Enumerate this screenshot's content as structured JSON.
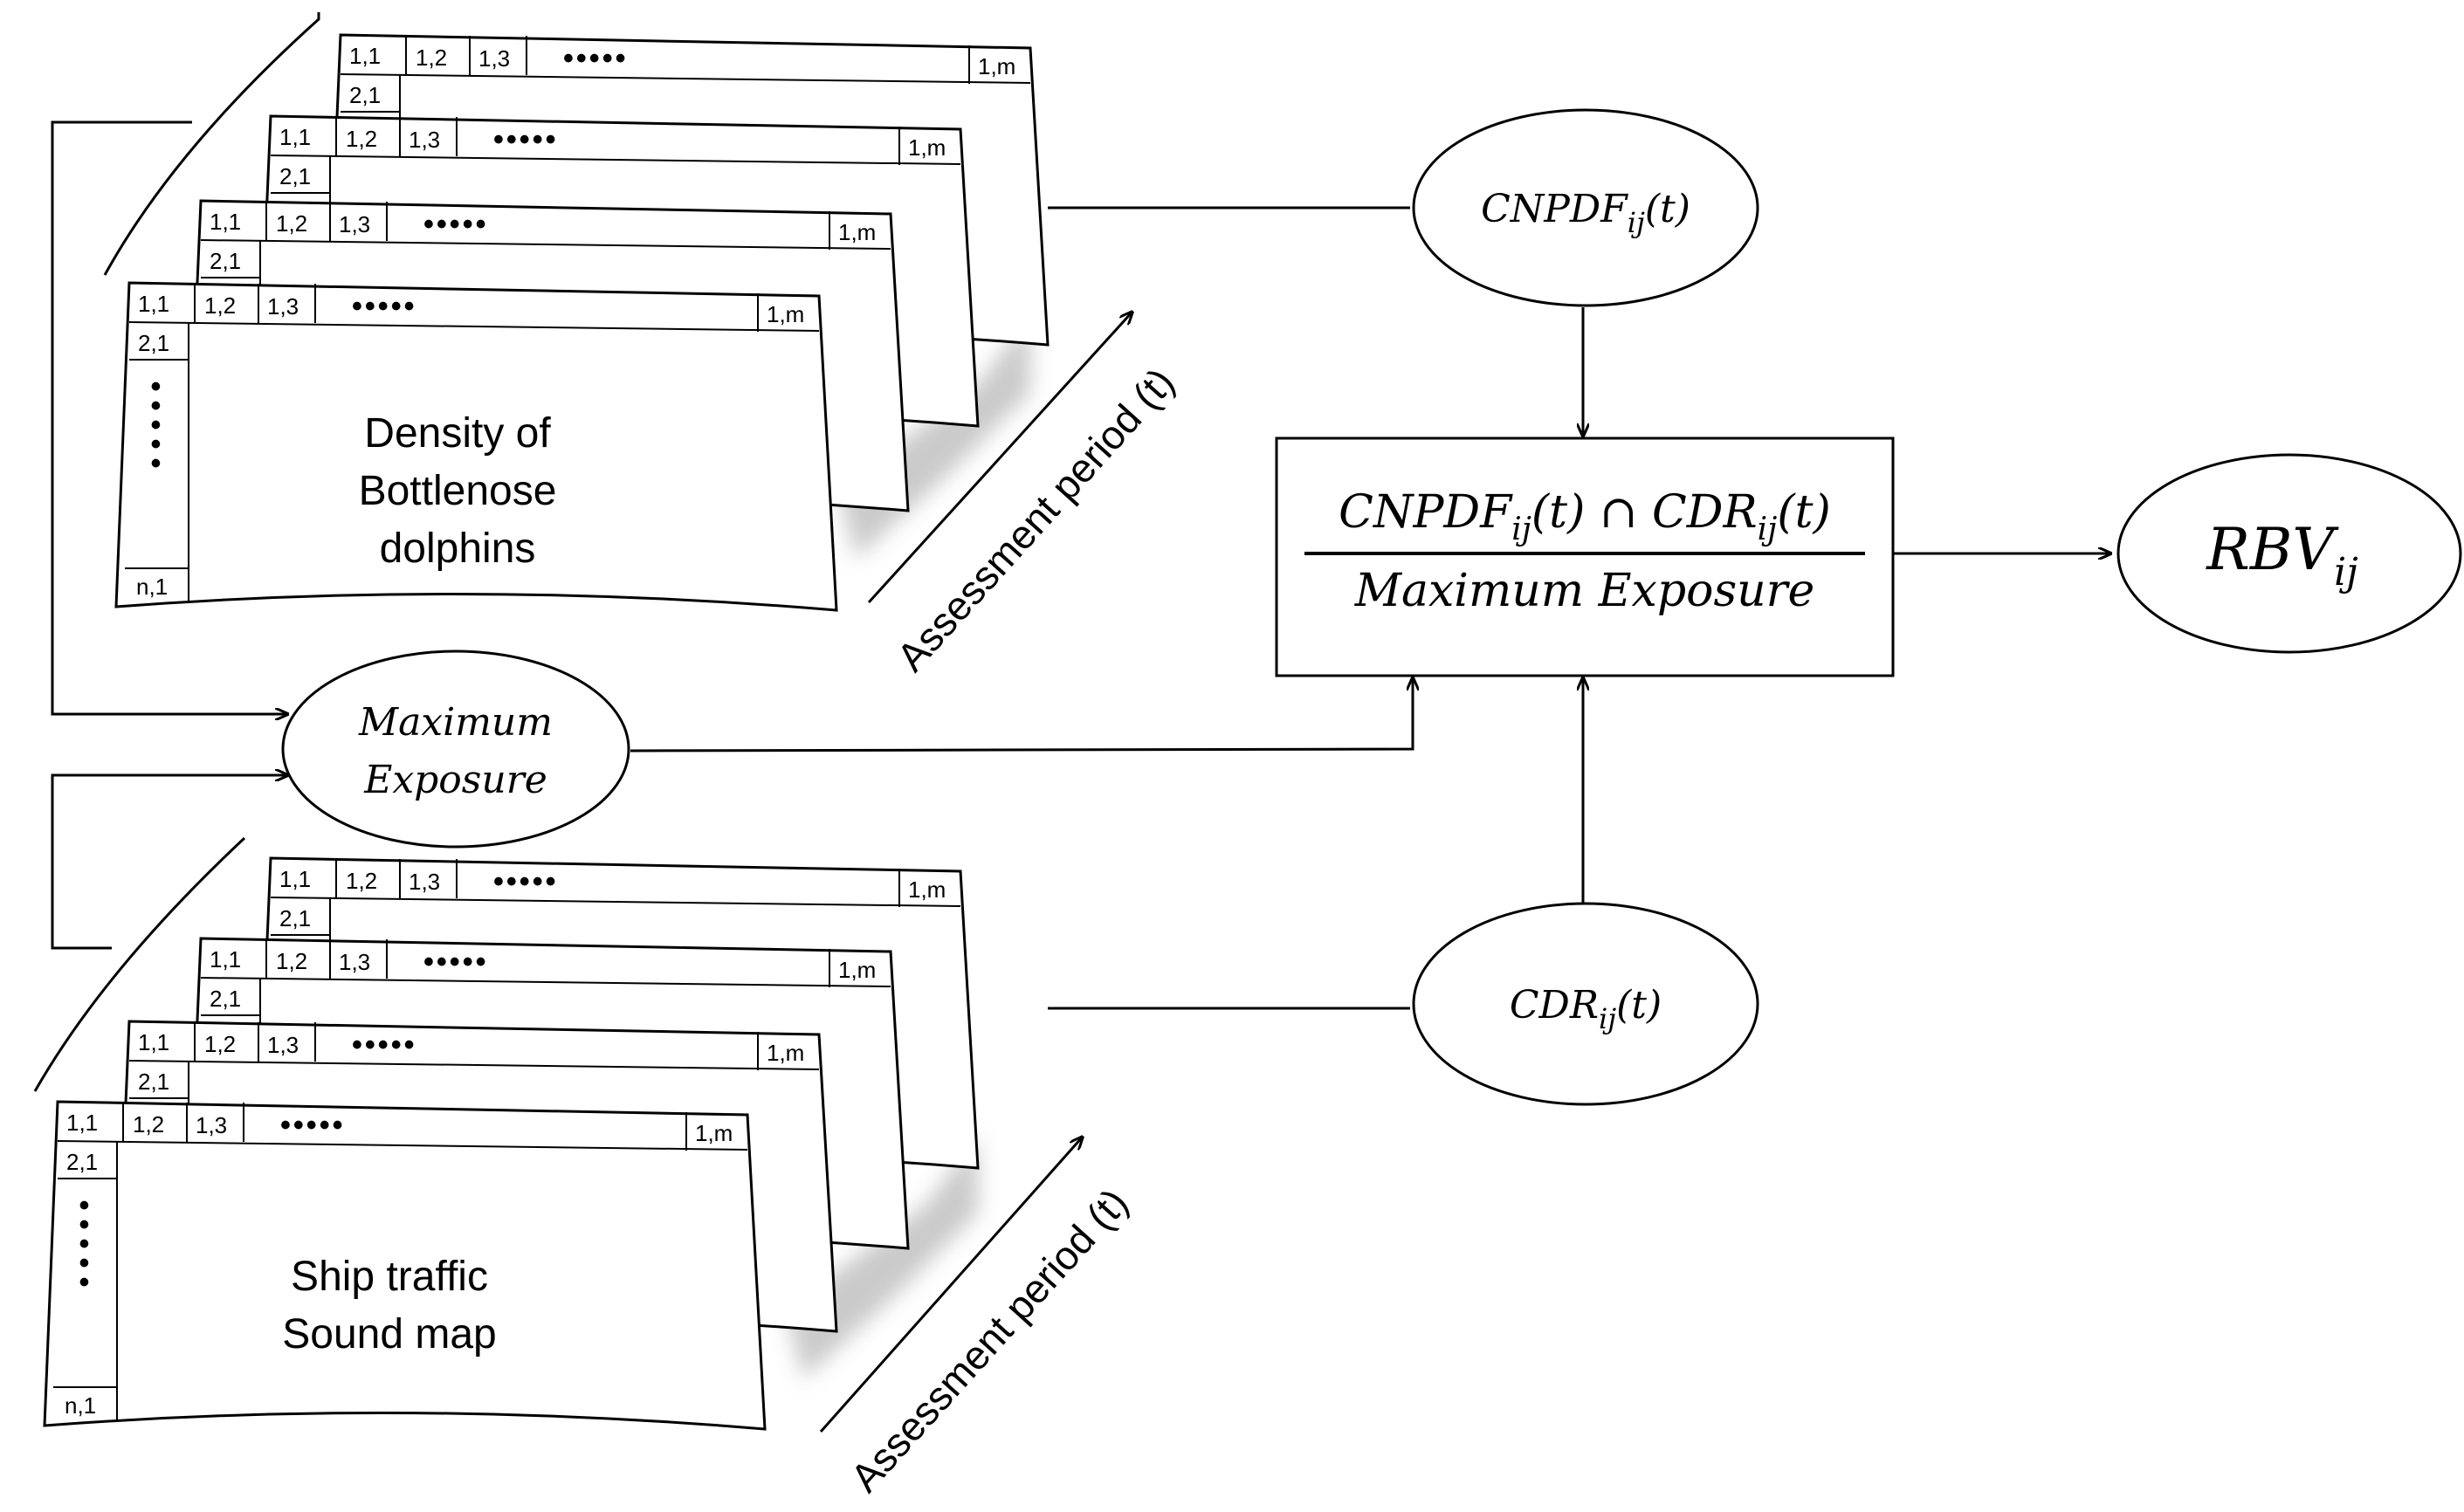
{
  "cells": {
    "r1c1": "1,1",
    "r1c2": "1,2",
    "r1c3": "1,3",
    "r1cm": "1,m",
    "r2c1": "2,1",
    "rnc1": "n,1",
    "ellipsis_h": "•••••",
    "ellipsis_v": "•\n•\n•\n•\n•"
  },
  "stacks": {
    "top_label": [
      "Density of",
      "Bottlenose",
      "dolphins"
    ],
    "bottom_label": [
      "Ship traffic",
      "Sound map"
    ],
    "axis_label": "Assessment period (t)"
  },
  "nodes": {
    "cnpdf": {
      "base": "CNPDF",
      "sub": "ij",
      "tail": "(t)"
    },
    "cdr": {
      "base": "CDR",
      "sub": "ij",
      "tail": "(t)"
    },
    "max_exposure": [
      "Maximum",
      "Exposure"
    ],
    "formula": {
      "num_a_base": "CNPDF",
      "num_a_sub": "ij",
      "num_a_tail": "(t)",
      "op": "∩",
      "num_b_base": "CDR",
      "num_b_sub": "ij",
      "num_b_tail": "(t)",
      "denominator": "Maximum Exposure"
    },
    "rbv": {
      "base": "RBV",
      "sub": "ij"
    }
  }
}
